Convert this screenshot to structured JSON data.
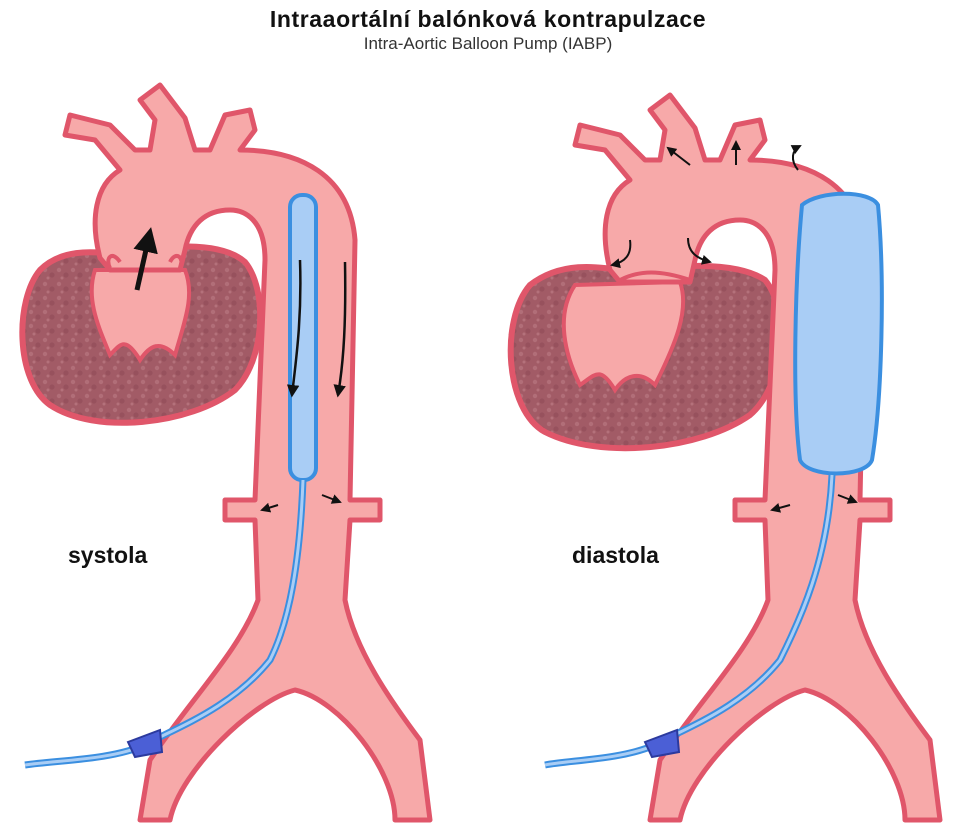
{
  "header": {
    "title": "Intraaortální balónková kontrapulzace",
    "subtitle": "Intra-Aortic Balloon Pump (IABP)"
  },
  "panels": {
    "systole_label": "systola",
    "diastole_label": "diastola"
  },
  "colors": {
    "aorta_fill": "#f7a9a9",
    "aorta_outline": "#e0566a",
    "myocardium": "#a9606a",
    "balloon_fill": "#a9cdf5",
    "balloon_outline": "#3b8fe0",
    "arrow": "#111111"
  }
}
